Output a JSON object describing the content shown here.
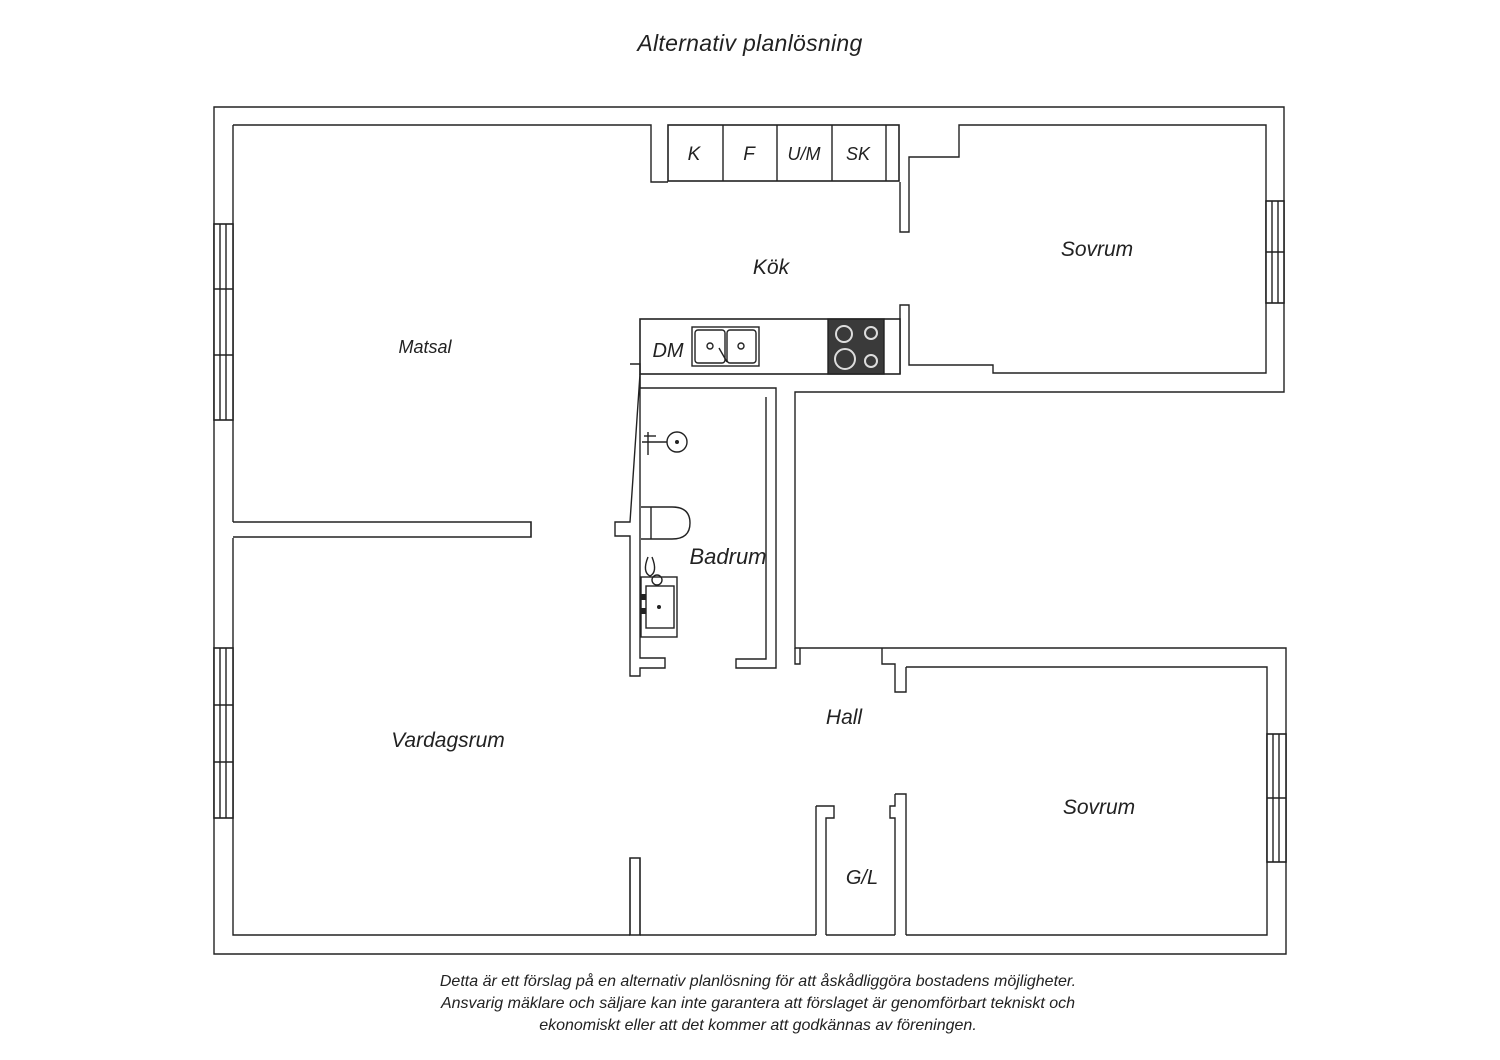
{
  "title": "Alternativ planlösning",
  "rooms": {
    "kitchen": "Kök",
    "dining": "Matsal",
    "living": "Vardagsrum",
    "bedroom_top": "Sovrum",
    "bedroom_bottom": "Sovrum",
    "bathroom": "Badrum",
    "hall": "Hall",
    "closet": "G/L"
  },
  "appliances": {
    "k": "K",
    "f": "F",
    "um": "U/M",
    "sk": "SK",
    "dm": "DM"
  },
  "disclaimer": [
    "Detta är ett förslag på en alternativ planlösning för att åskådliggöra bostadens möjligheter.",
    "Ansvarig mäklare och säljare kan inte garantera att förslaget är genomförbart tekniskt och",
    "ekonomiskt eller att det kommer att godkännas av föreningen."
  ]
}
